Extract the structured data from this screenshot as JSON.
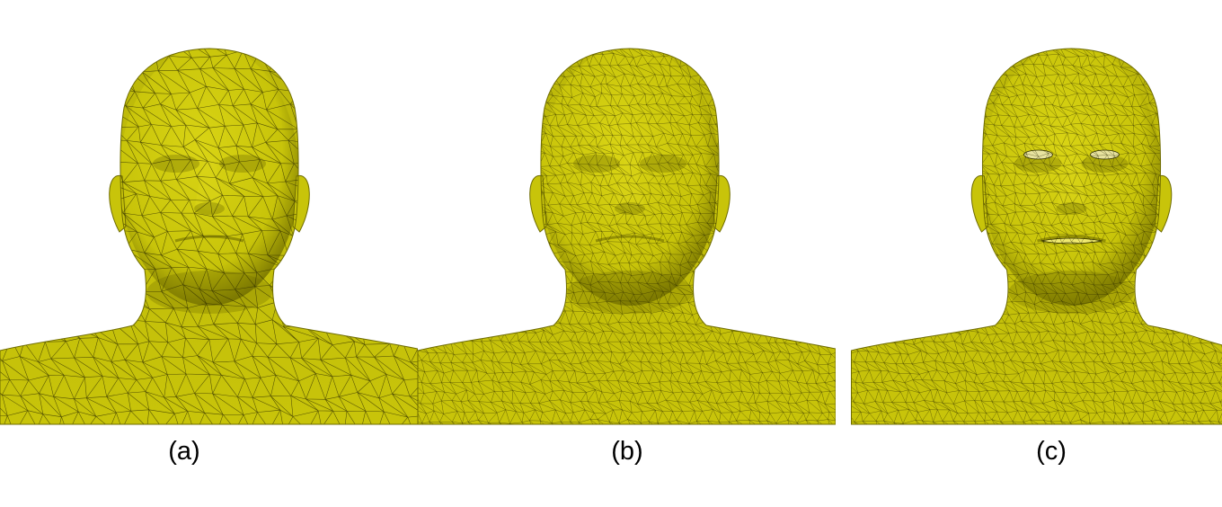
{
  "figure": {
    "colors": {
      "mesh_fill": "#c8c40a",
      "mesh_shadow": "#6e6b00",
      "wire": "#2b2a00",
      "background": "#ffffff"
    },
    "panels": [
      {
        "label": "(a)",
        "mesh_density": "coarse",
        "eye_openings": false,
        "mouth_opening": false
      },
      {
        "label": "(b)",
        "mesh_density": "dense",
        "eye_openings": false,
        "mouth_opening": false
      },
      {
        "label": "(c)",
        "mesh_density": "dense",
        "eye_openings": true,
        "mouth_opening": true
      }
    ]
  }
}
